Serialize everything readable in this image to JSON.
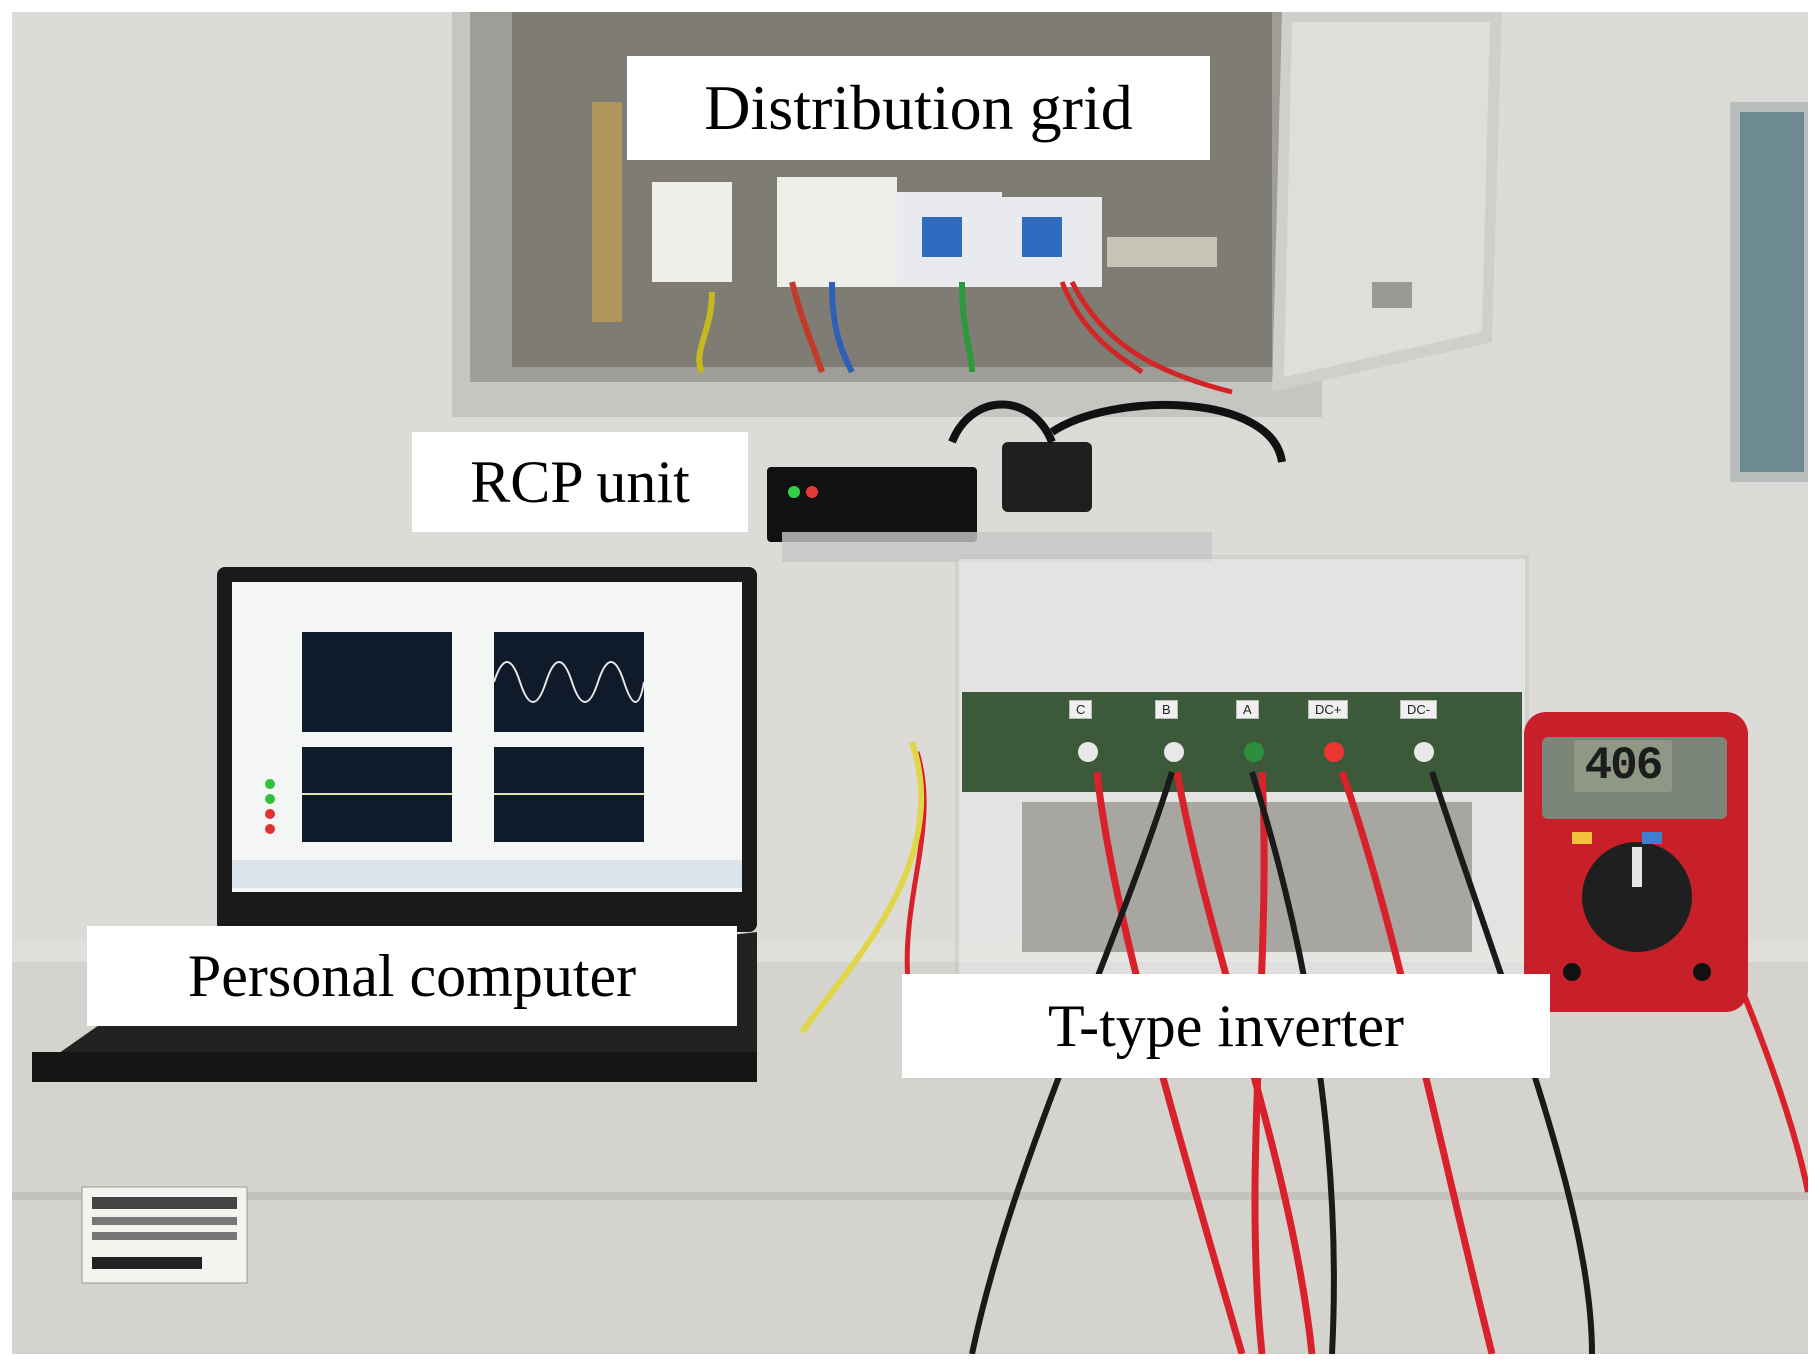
{
  "image": {
    "scene": "photo",
    "colors": {
      "wall": "#d8d7d3",
      "cabinet": "#d2d1cc",
      "enclosure": "#e6e6e6",
      "wire_red": "#d9212b",
      "wire_black": "#1a1a1a",
      "multimeter": "#c8202a",
      "laptop": "#1b1b1b"
    }
  },
  "labels": {
    "distribution_grid": "Distribution  grid",
    "rcp_unit": "RCP unit",
    "personal_computer": "Personal computer",
    "t_type_inverter": "T-type inverter"
  },
  "multimeter": {
    "reading": "406"
  },
  "inverter_terminals": [
    "C",
    "B",
    "A",
    "DC+",
    "DC-"
  ]
}
